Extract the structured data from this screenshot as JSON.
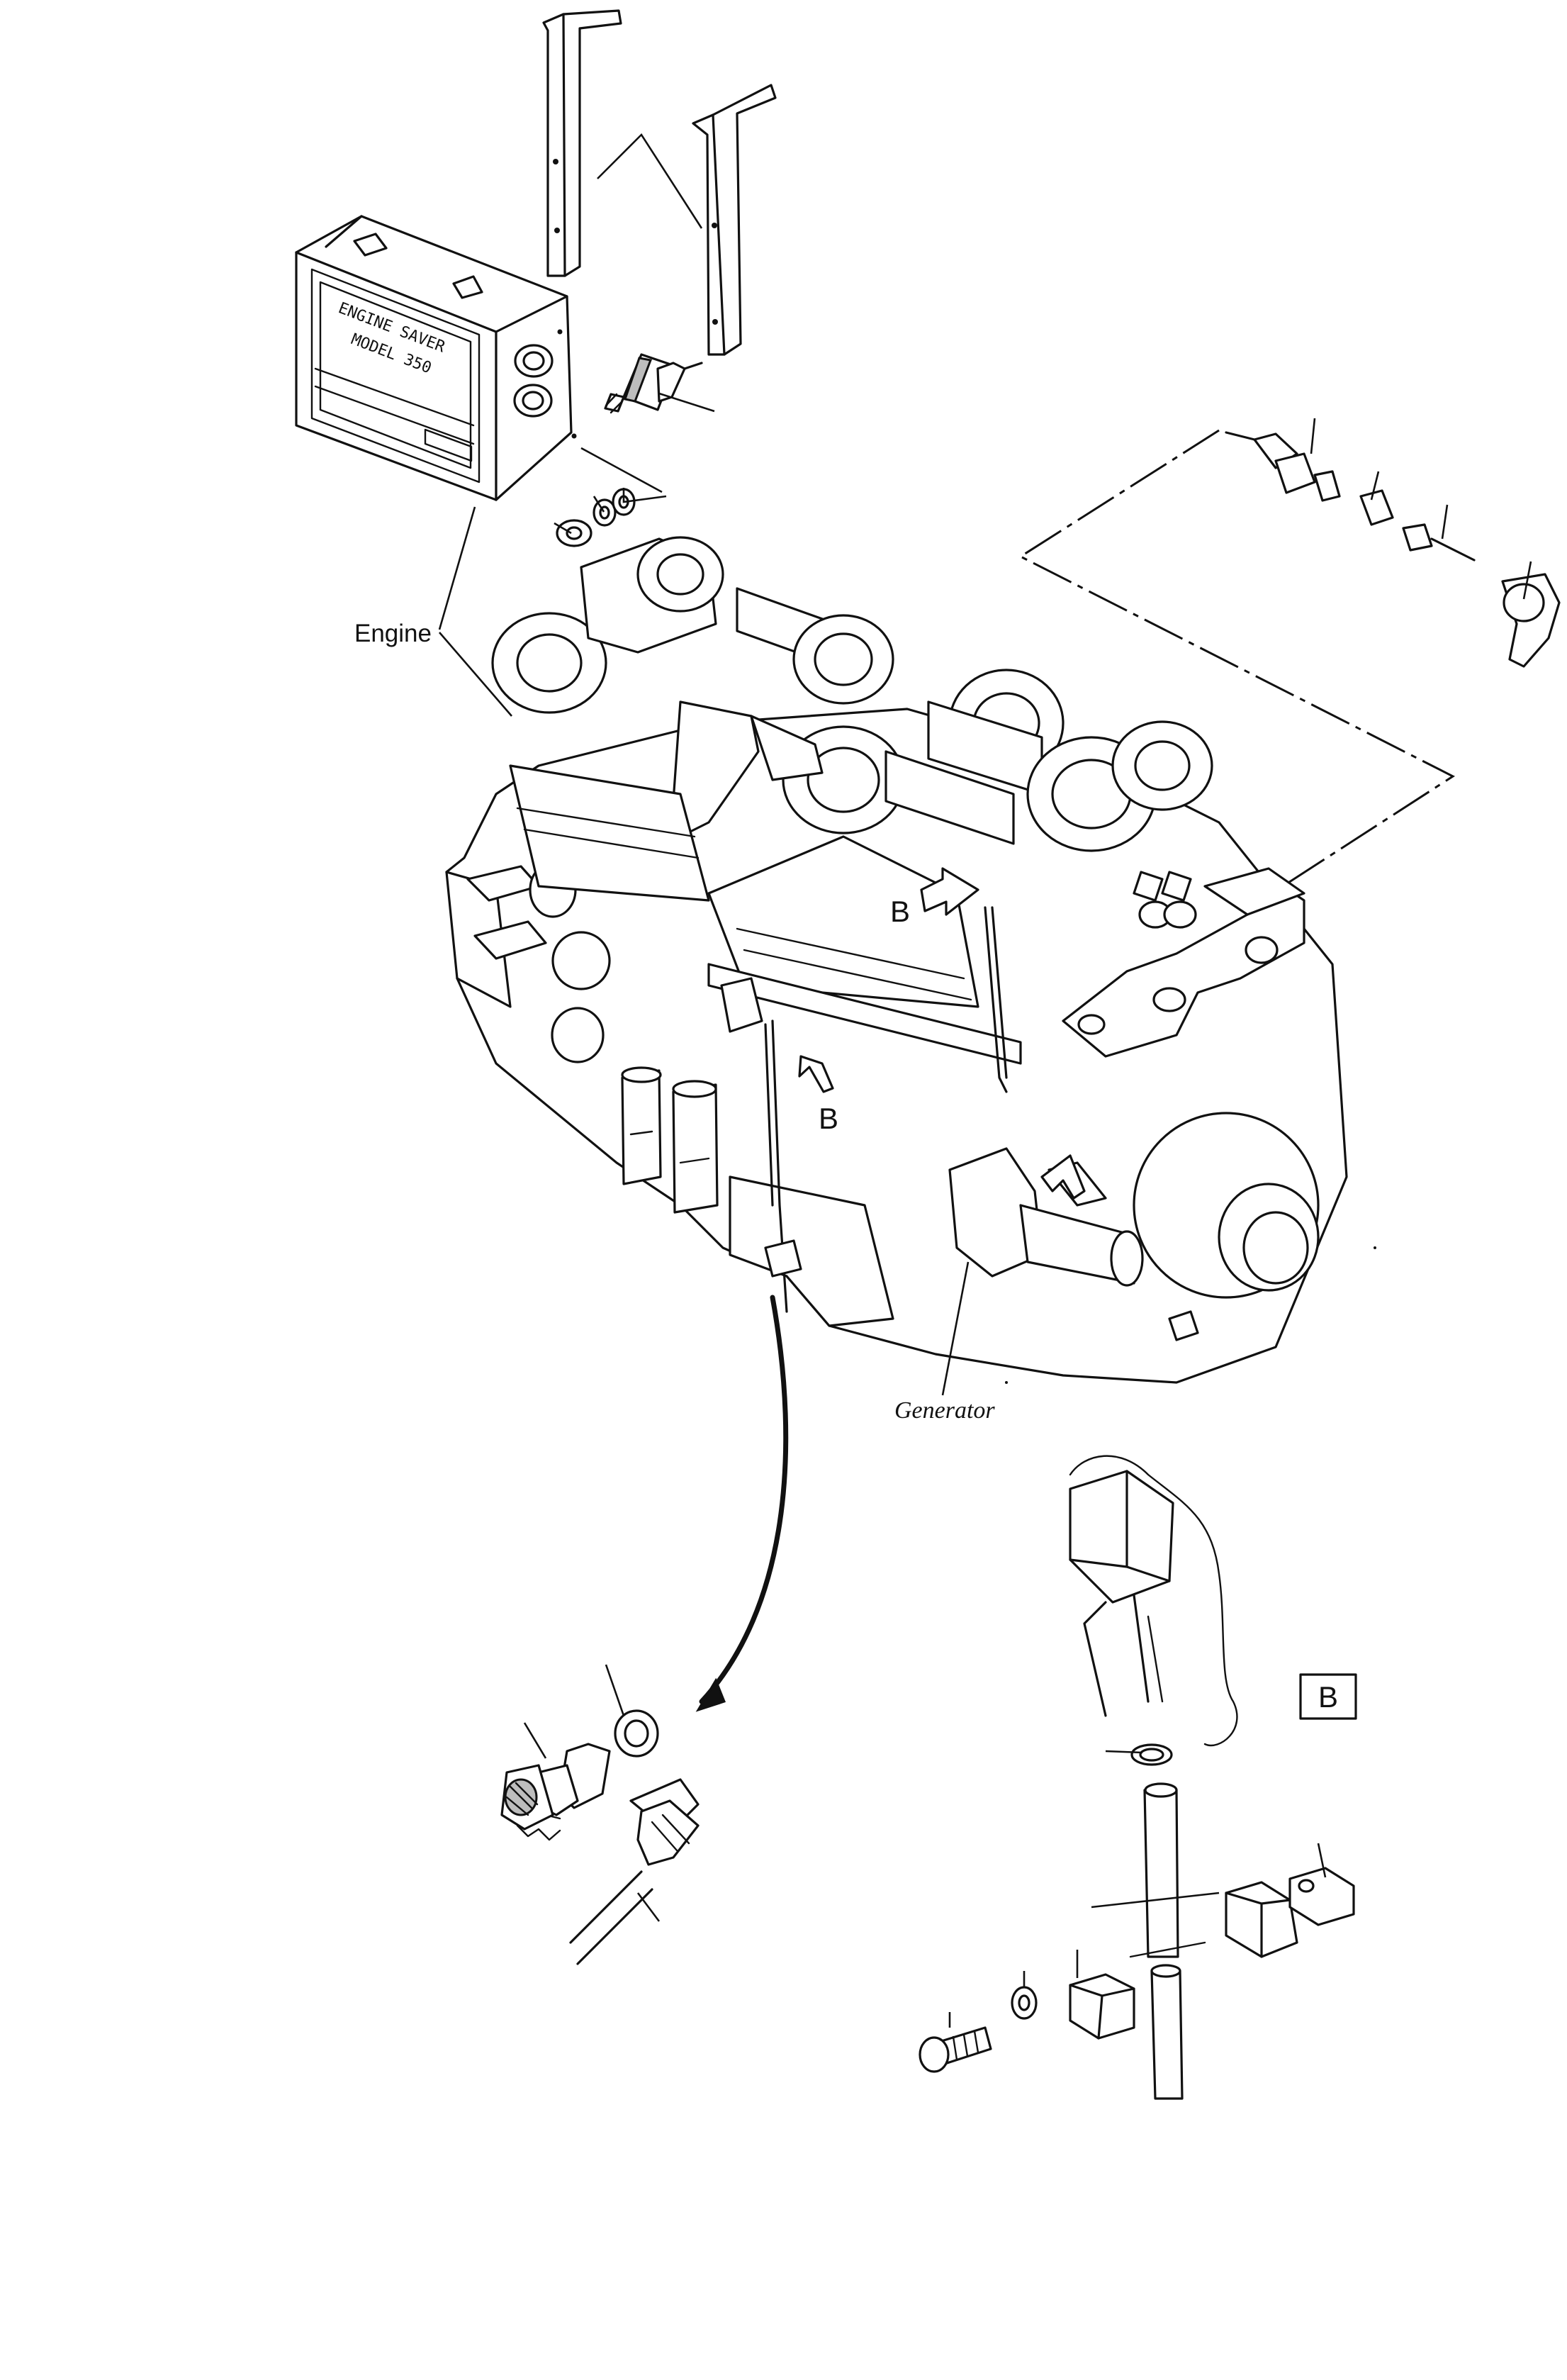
{
  "labels": {
    "engine": "Engine",
    "generator": "Generator",
    "callout_b_upper": "B",
    "callout_b_lower": "B",
    "detail_b": "B"
  },
  "unit_plate": {
    "line1": "ENGINE SAVER",
    "line2": "MODEL 350"
  },
  "colors": {
    "ink": "#111111",
    "paper": "#ffffff"
  }
}
